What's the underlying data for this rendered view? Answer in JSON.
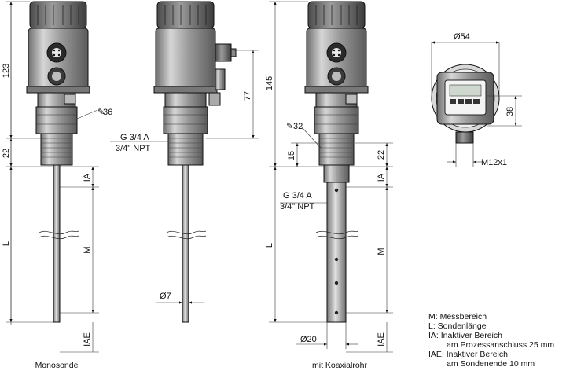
{
  "dimensions": {
    "d123": "123",
    "d22_left": "22",
    "wrench_left": "36",
    "d77": "77",
    "d145": "145",
    "d15": "15",
    "wrench_right": "32",
    "d22_right": "22",
    "phi54": "Ø54",
    "d38": "38",
    "m12": "M12x1",
    "phi7": "Ø7",
    "phi20": "Ø20"
  },
  "labels": {
    "L_left": "L",
    "IA_left": "IA",
    "M_left": "M",
    "IAE_left": "IAE",
    "L_right": "L",
    "IA_right": "IA",
    "M_right": "M",
    "IAE_right": "IAE"
  },
  "thread": {
    "left_line1": "G 3/4 A",
    "left_line2": "3/4\" NPT",
    "right_line1": "G 3/4 A",
    "right_line2": "3/4\" NPT"
  },
  "captions": {
    "mono": "Monosonde",
    "coax": "mit Koaxialrohr"
  },
  "legend": [
    "M:  Messbereich",
    "L:   Sondenlänge",
    "IA:   Inaktiver Bereich",
    "am Prozessanschluss 25 mm",
    "IAE: Inaktiver Bereich",
    "am Sondenende 10 mm"
  ]
}
